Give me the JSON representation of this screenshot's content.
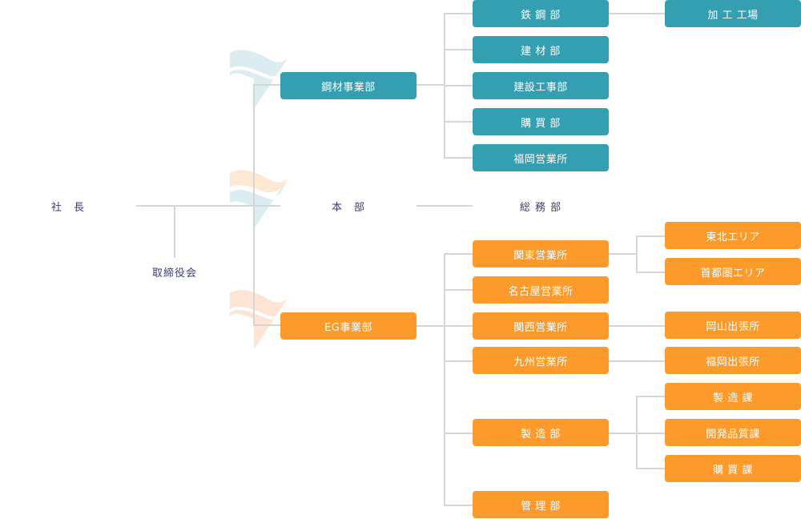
{
  "colors": {
    "steel_division": "#359fb2",
    "eg_division": "#fd9a2c",
    "text": "#3c3c78",
    "connector": "#d6d6d6"
  },
  "top": {
    "president": "社　長",
    "board": "取締役会",
    "headquarters": "本　部",
    "general_affairs": "総 務 部"
  },
  "steel": {
    "label": "鋼材事業部",
    "departments": [
      {
        "label": "鉄 鋼 部"
      },
      {
        "label": "建 材 部"
      },
      {
        "label": "建設工事部"
      },
      {
        "label": "購 買 部"
      },
      {
        "label": "福岡営業所"
      }
    ],
    "sub": {
      "processing_plant": "加 工 工場"
    }
  },
  "eg": {
    "label": "EG事業部",
    "departments": [
      {
        "label": "関東営業所"
      },
      {
        "label": "名古屋営業所"
      },
      {
        "label": "関西営業所"
      },
      {
        "label": "九州営業所"
      },
      {
        "label": "製 造 部"
      },
      {
        "label": "管 理 部"
      }
    ],
    "sub": {
      "tohoku": "東北エリア",
      "shutoken": "首都圏エリア",
      "okayama": "岡山出張所",
      "fukuoka": "福岡出張所",
      "seizo_ka": "製 造 課",
      "kaihatsu": "開発品質課",
      "kobai_ka": "購 買 課"
    }
  }
}
